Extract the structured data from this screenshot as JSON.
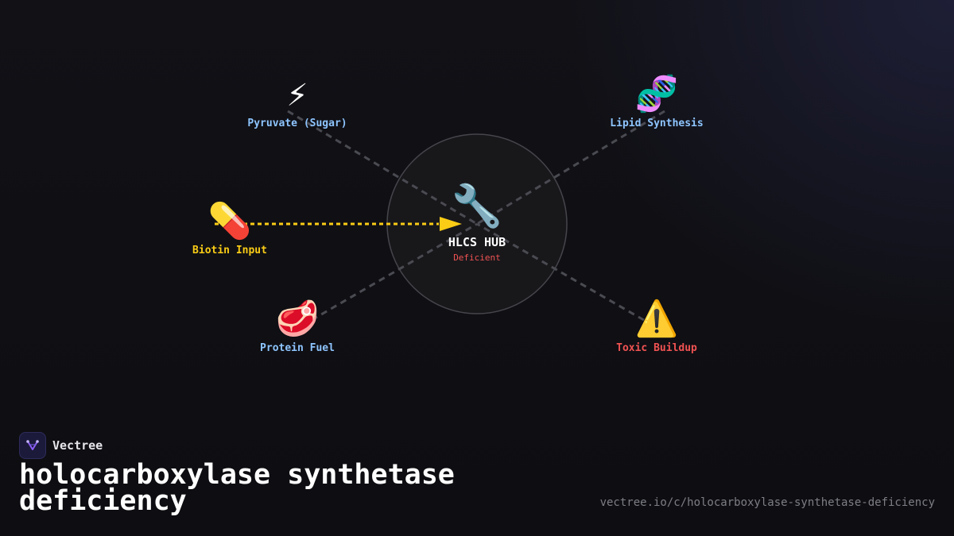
{
  "brand": {
    "name": "Vectree",
    "logo_icon": "vectree-logo-icon",
    "accent": "#8b5cf6"
  },
  "page": {
    "title": "holocarboxylase synthetase deficiency",
    "url": "vectree.io/c/holocarboxylase-synthetase-deficiency"
  },
  "diagram": {
    "hub": {
      "emoji": "🔧",
      "icon": "wrench-icon",
      "title": "HLCS HUB",
      "status": "Deficient",
      "status_color": "#f05252"
    },
    "nodes": [
      {
        "id": "pyruvate",
        "emoji": "⚡",
        "icon": "lightning-icon",
        "label": "Pyruvate (Sugar)",
        "color": "#8ec5ff"
      },
      {
        "id": "lipid",
        "emoji": "🧬",
        "icon": "dna-icon",
        "label": "Lipid Synthesis",
        "color": "#8ec5ff"
      },
      {
        "id": "biotin",
        "emoji": "💊",
        "icon": "pill-icon",
        "label": "Biotin Input",
        "color": "#facc15"
      },
      {
        "id": "protein",
        "emoji": "🥩",
        "icon": "meat-icon",
        "label": "Protein Fuel",
        "color": "#8ec5ff"
      },
      {
        "id": "toxic",
        "emoji": "⚠️",
        "icon": "warning-icon",
        "label": "Toxic Buildup",
        "color": "#f05252"
      }
    ],
    "connections": [
      {
        "from": "pyruvate",
        "to": "hub",
        "style": "dashed",
        "color": "#4a4a52"
      },
      {
        "from": "lipid",
        "to": "hub",
        "style": "dashed",
        "color": "#4a4a52"
      },
      {
        "from": "protein",
        "to": "hub",
        "style": "dashed",
        "color": "#4a4a52"
      },
      {
        "from": "toxic",
        "to": "hub",
        "style": "dashed",
        "color": "#4a4a52"
      },
      {
        "from": "biotin",
        "to": "hub",
        "style": "dotted-arrow",
        "color": "#facc15"
      }
    ]
  }
}
